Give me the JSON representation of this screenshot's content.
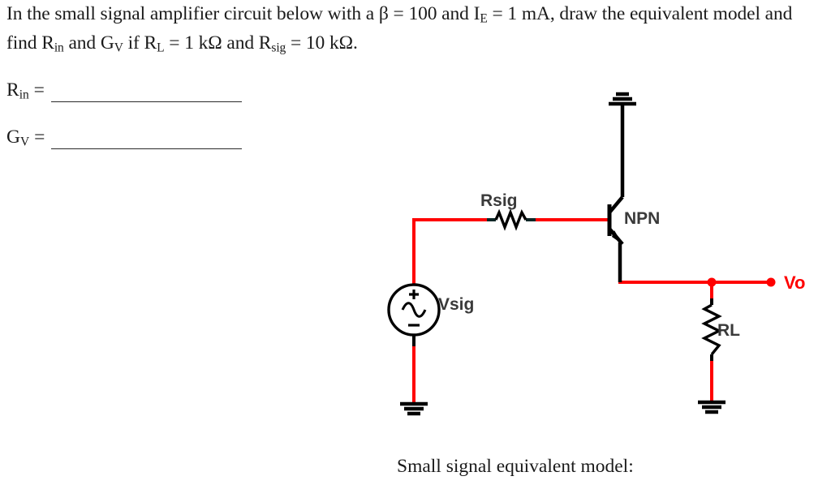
{
  "document": {
    "type": "worksheet-problem",
    "question_line1_parts": {
      "a": "In the small signal amplifier circuit below with a β = 100 and I",
      "sub_a": "E",
      "b": " = 1 mA, draw the equivalent"
    },
    "question_line2_parts": {
      "a": "model and find R",
      "sub_a": "in",
      "b": " and G",
      "sub_b": "V",
      "c": " if R",
      "sub_c": "L",
      "d": " = 1 kΩ and R",
      "sub_d": "sig",
      "e": " = 10 kΩ."
    },
    "given": {
      "beta": "100",
      "ie": "1 mA",
      "rl": "1 kΩ",
      "rsig": "10 kΩ"
    },
    "answer_blanks": [
      {
        "label": "R",
        "subscript": "in",
        "equals": "=",
        "value": ""
      },
      {
        "label": "G",
        "subscript": "V",
        "equals": "=",
        "value": ""
      }
    ],
    "caption": "Small signal equivalent model:"
  },
  "circuit": {
    "title": "NPN common-collector amplifier",
    "colors": {
      "wire": "#ff0000",
      "component": "#000000",
      "label": "#3a3a3a",
      "node_label": "#ff0000",
      "text": "#1a1a1a"
    },
    "components": [
      {
        "id": "vsig",
        "kind": "ac-voltage-source",
        "label": "Vsig",
        "polarity_top": "+",
        "polarity_bottom": "−",
        "symbol": "sine"
      },
      {
        "id": "rsig",
        "kind": "resistor",
        "label": "Rsig",
        "orientation": "horizontal"
      },
      {
        "id": "q1",
        "kind": "bjt-npn",
        "label": "NPN"
      },
      {
        "id": "rl",
        "kind": "resistor",
        "label": "RL",
        "orientation": "vertical"
      },
      {
        "id": "gnd_collector",
        "kind": "ground",
        "label": ""
      },
      {
        "id": "gnd_vsig",
        "kind": "ground",
        "label": ""
      },
      {
        "id": "gnd_rl",
        "kind": "ground",
        "label": ""
      },
      {
        "id": "vo",
        "kind": "output-terminal",
        "label": "Vo"
      }
    ],
    "labels": {
      "rsig": "Rsig",
      "npn": "NPN",
      "rl": "RL",
      "vsig": "Vsig",
      "vo": "Vo",
      "plus": "+",
      "minus": "−"
    }
  }
}
